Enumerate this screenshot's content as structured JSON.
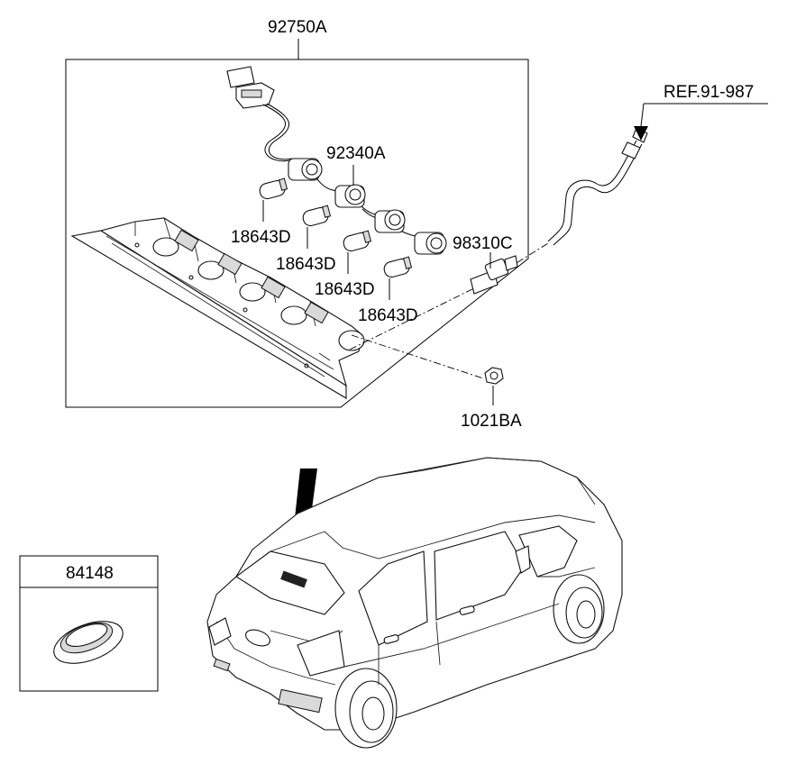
{
  "labels": {
    "assembly": "92750A",
    "harness": "92340A",
    "bulb_1": "18643D",
    "bulb_2": "18643D",
    "bulb_3": "18643D",
    "bulb_4": "18643D",
    "nozzle": "98310C",
    "nut": "1021BA",
    "reference": "REF.91-987",
    "inset_part": "84148"
  },
  "icons": {
    "lamp": "high-mount-stop-lamp-icon",
    "harness": "wiring-harness-icon",
    "bulb": "bulb-icon",
    "nozzle": "washer-nozzle-icon",
    "hose": "washer-hose-icon",
    "nut": "nut-icon",
    "plug": "grommet-plug-icon",
    "car": "hatchback-car-icon"
  },
  "colors": {
    "line": "#000000",
    "background": "#ffffff"
  }
}
